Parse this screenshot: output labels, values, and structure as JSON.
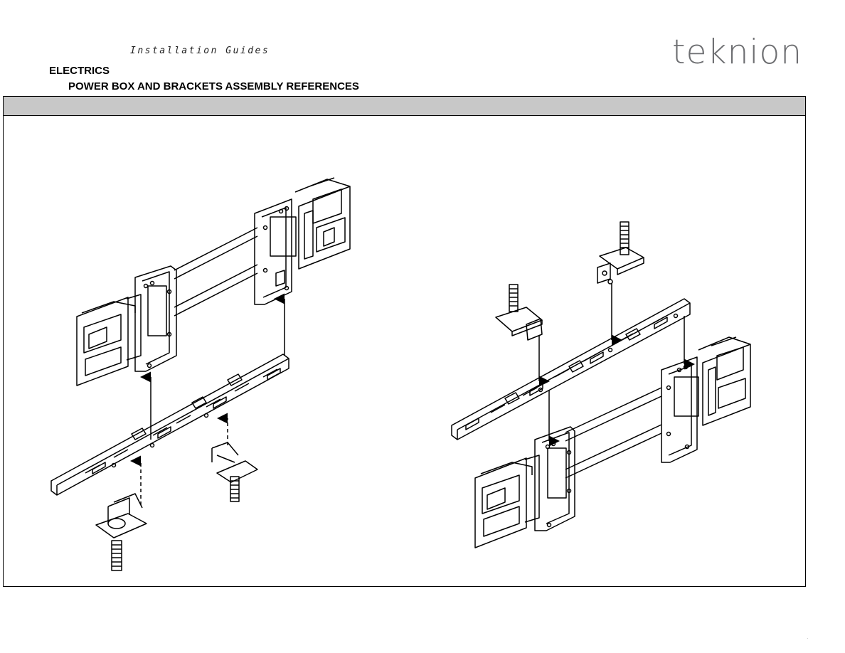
{
  "header": {
    "guide_label": "Installation Guides",
    "brand": "teknion"
  },
  "section": {
    "title": "ELECTRICS",
    "subtitle": "POWER BOX AND BRACKETS ASSEMBLY REFERENCES"
  },
  "figures": [
    {
      "name": "assembly-left",
      "parts": [
        "power-box",
        "power-box",
        "cross-bracket",
        "t-bolt-clip",
        "t-bolt-clip"
      ]
    },
    {
      "name": "assembly-right",
      "parts": [
        "power-box",
        "power-box",
        "cross-bracket",
        "t-bolt-clip",
        "t-bolt-clip"
      ]
    }
  ],
  "colors": {
    "header_bar": "#c8c8c8",
    "brand": "#6d6e71",
    "line": "#000000"
  }
}
